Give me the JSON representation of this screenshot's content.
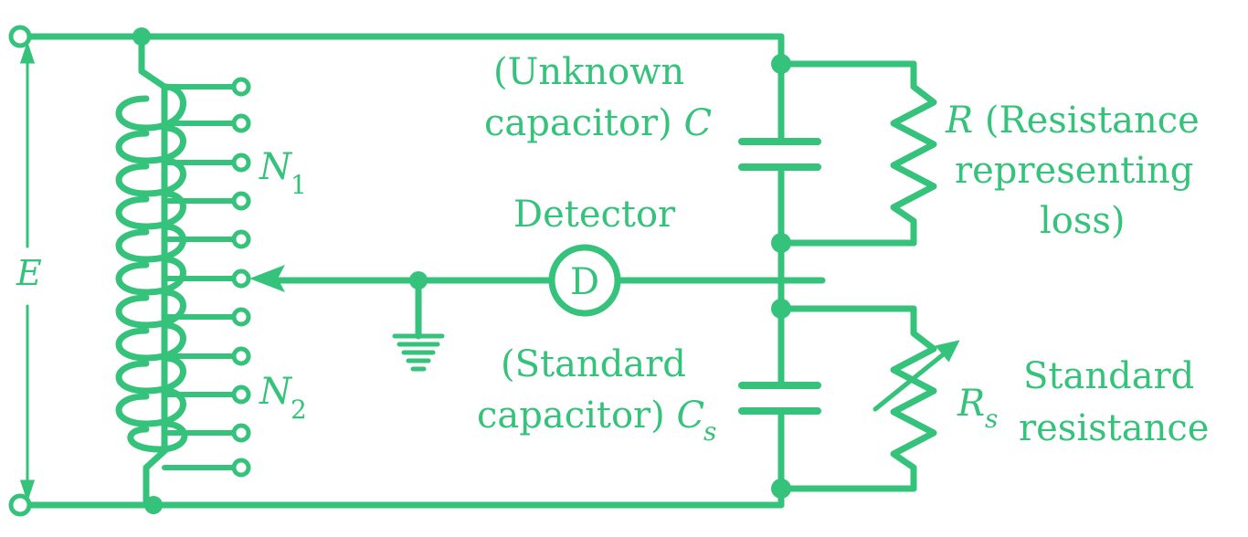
{
  "colors": {
    "line": "#35c27b",
    "background": "#ffffff"
  },
  "labels": {
    "source": "E",
    "n1": "N",
    "n1_sub": "1",
    "n2": "N",
    "n2_sub": "2",
    "unknown_line1": "(Unknown",
    "unknown_line2": "capacitor) ",
    "unknown_symbol": "C",
    "detector": "Detector",
    "detector_symbol": "D",
    "r_symbol": "R",
    "r_line1": " (Resistance",
    "r_line2": "representing",
    "r_line3": "loss)",
    "standard_line1": "(Standard",
    "standard_line2": "capacitor) ",
    "cs_symbol": "C",
    "cs_sub": "s",
    "rs_symbol": "R",
    "rs_sub": "s",
    "rs_line1": "Standard",
    "rs_line2": "resistance"
  },
  "icons": {
    "terminals": "open-circle-terminal",
    "junctions": "filled-dot-junction",
    "ground": "ground-icon",
    "adjustable_resistor": "adjustable-resistor-icon"
  }
}
